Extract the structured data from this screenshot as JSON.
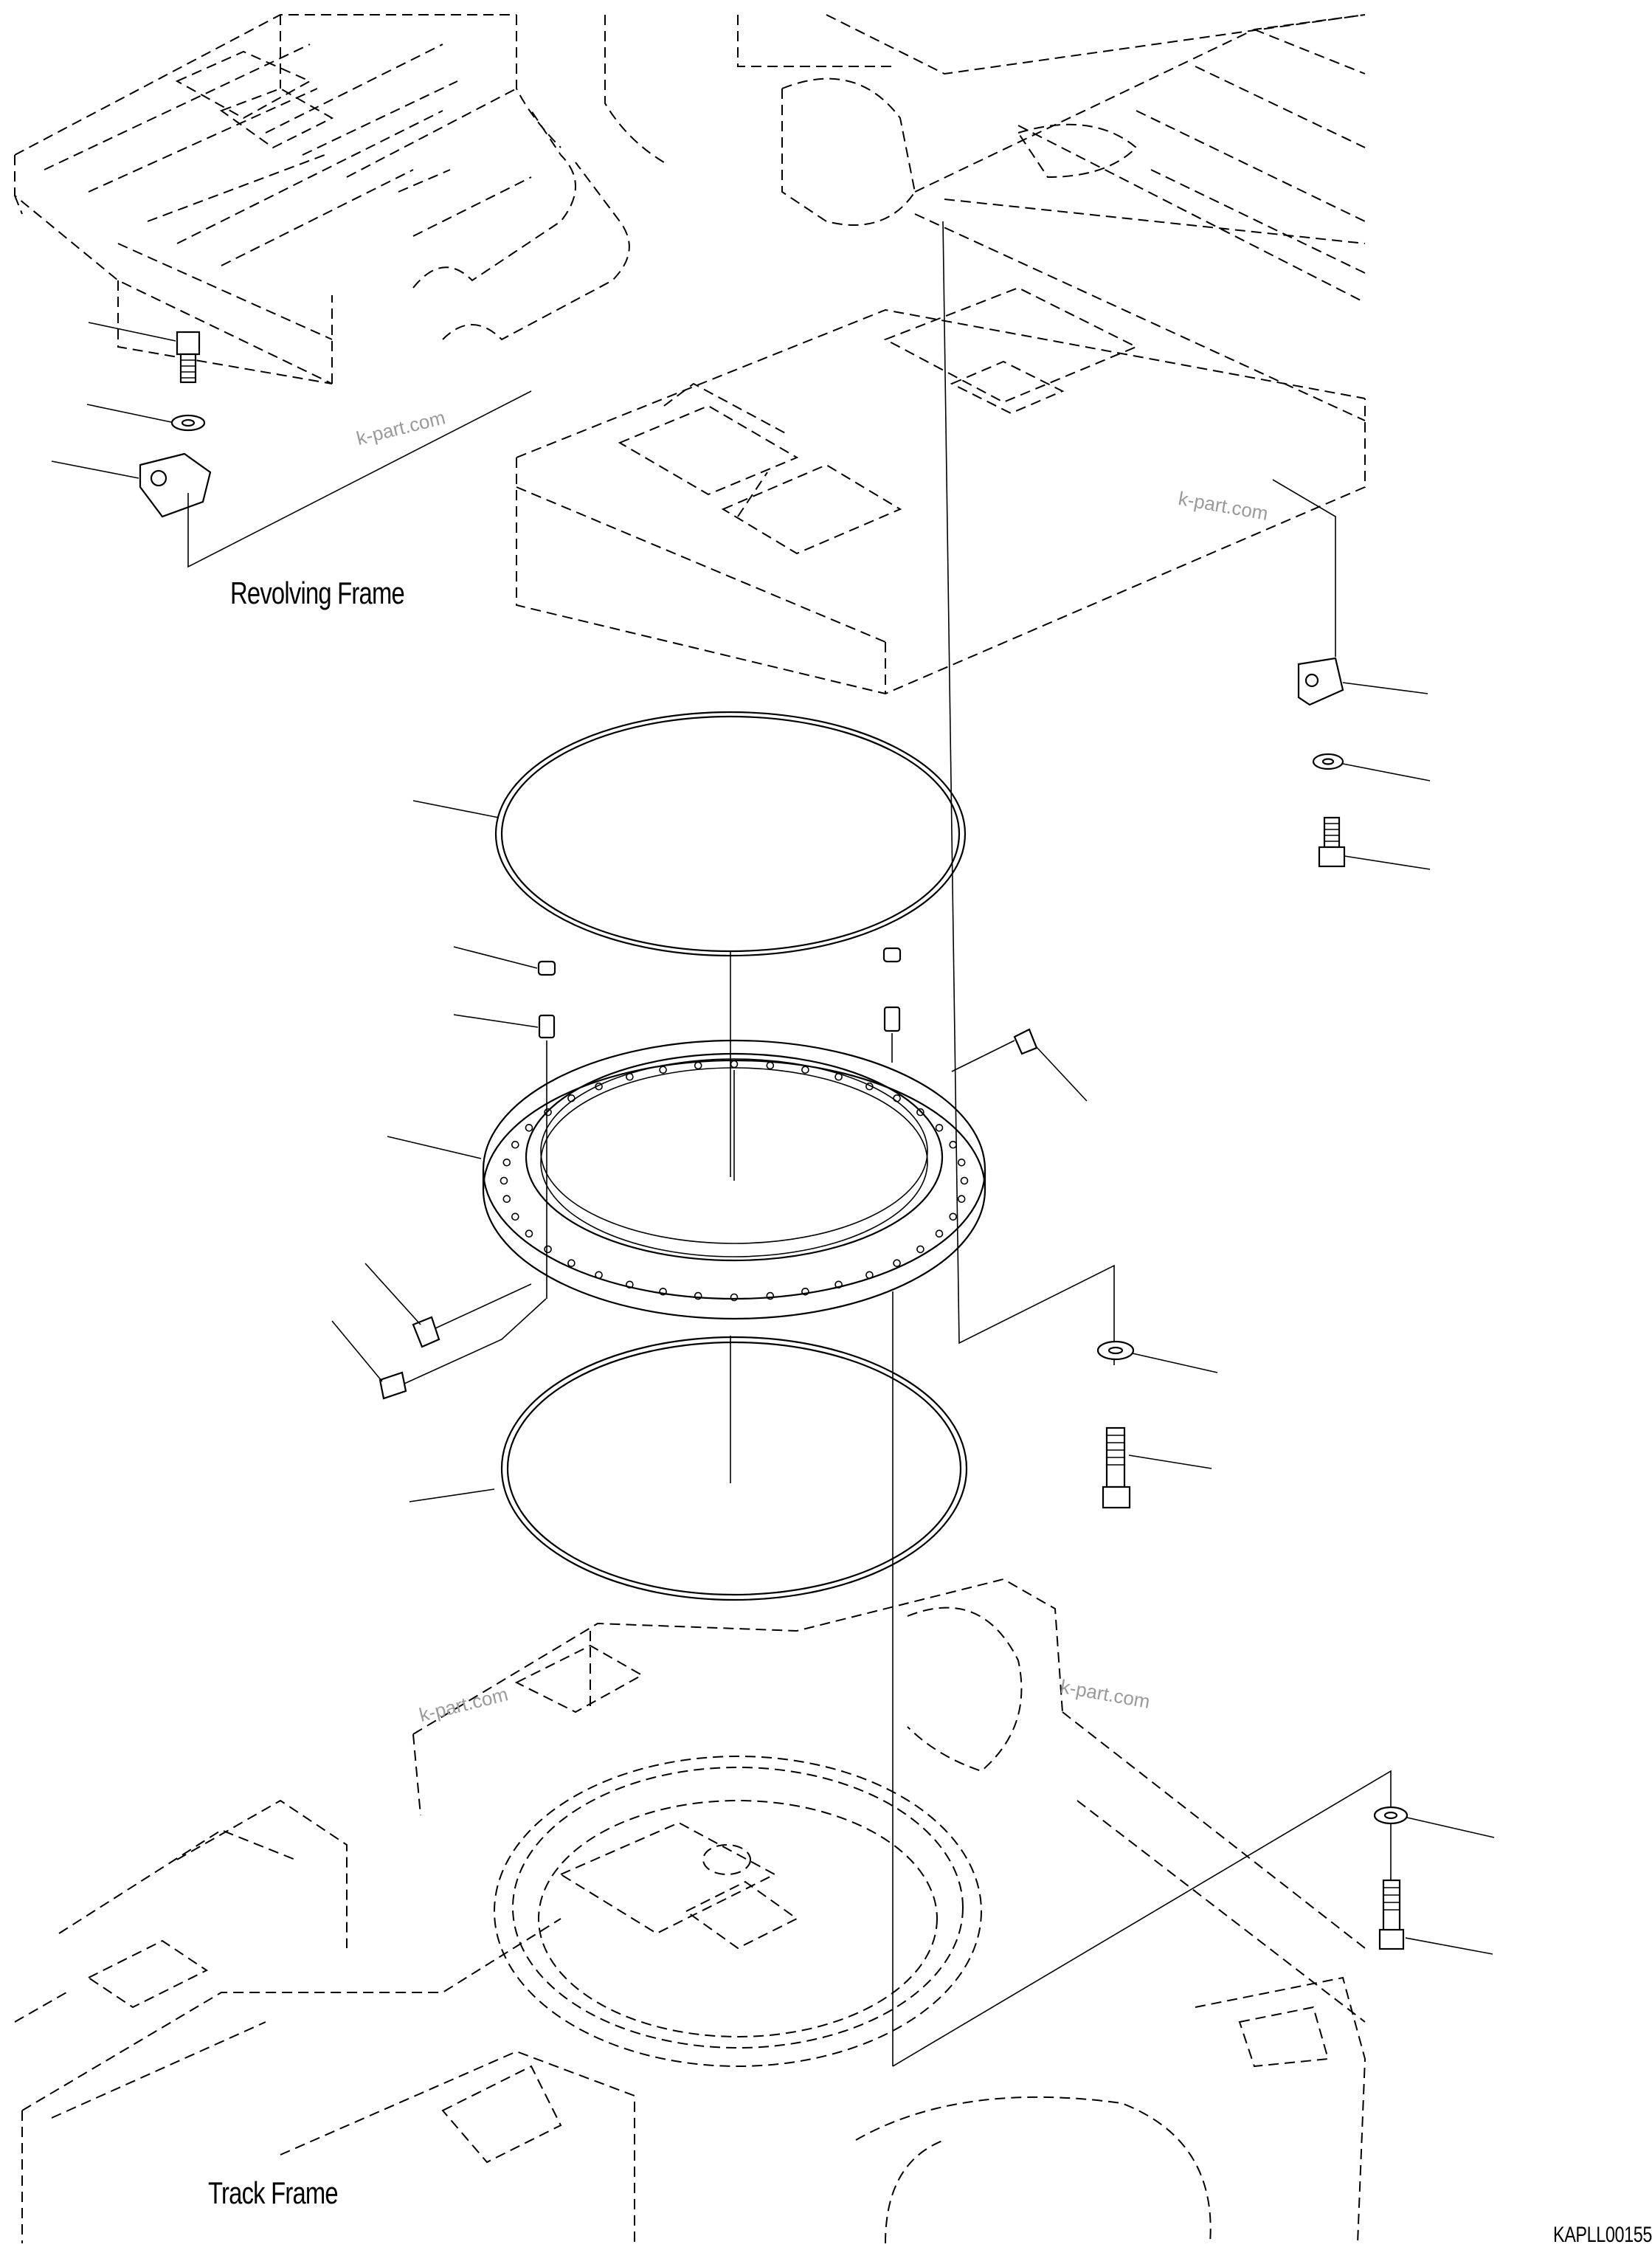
{
  "labels": {
    "revolving_frame": "Revolving Frame",
    "track_frame": "Track Frame",
    "figure_code": "KAPLL00155"
  },
  "watermarks": [
    "k-part.com",
    "k-part.com",
    "k-part.com",
    "k-part.com"
  ]
}
